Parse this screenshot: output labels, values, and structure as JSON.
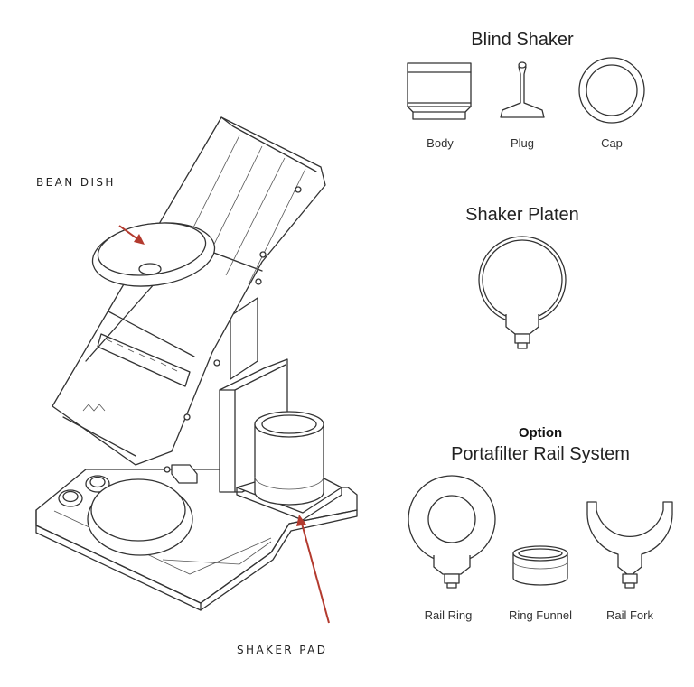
{
  "callouts": {
    "bean_dish": "BEAN DISH",
    "shaker_pad": "SHAKER PAD"
  },
  "blind_shaker": {
    "title": "Blind Shaker",
    "parts": [
      "Body",
      "Plug",
      "Cap"
    ]
  },
  "shaker_platen": {
    "title": "Shaker  Platen"
  },
  "option": {
    "label": "Option",
    "title": "Portafilter Rail System",
    "parts": [
      "Rail Ring",
      "Ring Funnel",
      "Rail Fork"
    ]
  },
  "colors": {
    "arrow": "#b33a2e",
    "line": "#333333"
  }
}
